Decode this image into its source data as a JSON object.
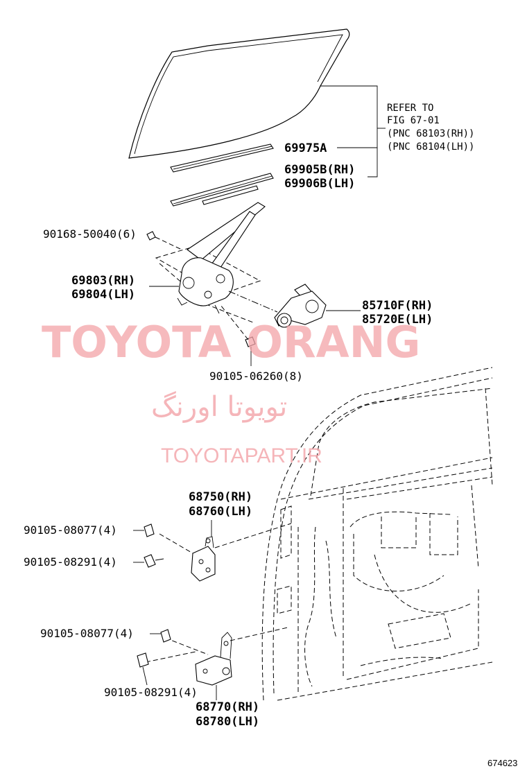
{
  "labels": {
    "refer_line1": "REFER TO",
    "refer_line2": "FIG 67-01",
    "refer_line3": "(PNC 68103(RH))",
    "refer_line4": "(PNC 68104(LH))",
    "p69975a": "69975A",
    "p69905b": "69905B(RH)",
    "p69906b": "69906B(LH)",
    "p90168": "90168-50040(6)",
    "p69803": "69803(RH)",
    "p69804": "69804(LH)",
    "p85710f": "85710F(RH)",
    "p85720e": "85720E(LH)",
    "p90105_06260": "90105-06260(8)",
    "p68750": "68750(RH)",
    "p68760": "68760(LH)",
    "p90105_08077_a": "90105-08077(4)",
    "p90105_08291_a": "90105-08291(4)",
    "p90105_08077_b": "90105-08077(4)",
    "p90105_08291_b": "90105-08291(4)",
    "p68770": "68770(RH)",
    "p68780": "68780(LH)"
  },
  "watermark": {
    "brand": "TOYOTA ORANG",
    "persian": "تویوتا اورنگ",
    "url": "TOYOTAPART.IR"
  },
  "figure_number": "674623"
}
